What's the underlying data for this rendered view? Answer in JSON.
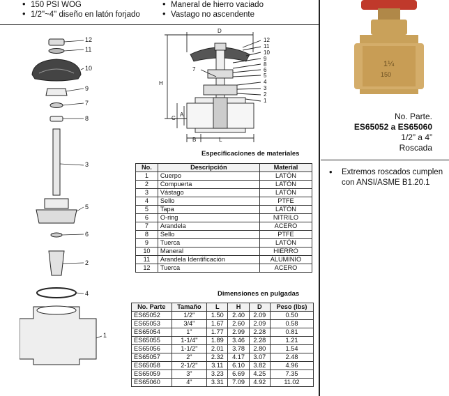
{
  "top_bullets_left": [
    "150 PSI WOG",
    "1/2\"~4\" diseño en latón forjado"
  ],
  "top_bullets_right": [
    "Maneral de hierro vaciado",
    "Vastago no ascendente"
  ],
  "exploded_labels": [
    "12",
    "11",
    "10",
    "9",
    "7",
    "8",
    "3",
    "5",
    "6",
    "2",
    "4",
    "1"
  ],
  "section_labels": [
    "D",
    "12",
    "11",
    "10",
    "9",
    "8",
    "6",
    "5",
    "4",
    "3",
    "2",
    "1",
    "7",
    "H",
    "C",
    "A",
    "B",
    "L"
  ],
  "product_photo_marking": "1¼\n150",
  "part_info": {
    "label": "No. Parte.",
    "range": "ES65052 a ES65060",
    "size": "1/2” a 4”",
    "type": "Roscada"
  },
  "feature_bullet": "Extremos roscados cumplen con ANSI/ASME B1.20.1",
  "materials": {
    "title": "Especificaciones de materiales",
    "headers": [
      "No.",
      "Descripción",
      "Material"
    ],
    "rows": [
      [
        "1",
        "Cuerpo",
        "LATÓN"
      ],
      [
        "2",
        "Compuerta",
        "LATÓN"
      ],
      [
        "3",
        "Vástago",
        "LATÓN"
      ],
      [
        "4",
        "Sello",
        "PTFE"
      ],
      [
        "5",
        "Tapa",
        "LATÓN"
      ],
      [
        "6",
        "O-ring",
        "NITRILO"
      ],
      [
        "7",
        "Arandela",
        "ACERO"
      ],
      [
        "8",
        "Sello",
        "PTFE"
      ],
      [
        "9",
        "Tuerca",
        "LATÓN"
      ],
      [
        "10",
        "Maneral",
        "HIERRO"
      ],
      [
        "11",
        "Arandela Identificación",
        "ALUMINIO"
      ],
      [
        "12",
        "Tuerca",
        "ACERO"
      ]
    ]
  },
  "dimensions": {
    "title": "Dimensiones en pulgadas",
    "headers": [
      "No. Parte",
      "Tamaño",
      "L",
      "H",
      "D",
      "Peso (lbs)"
    ],
    "rows": [
      [
        "ES65052",
        "1/2\"",
        "1.50",
        "2.40",
        "2.09",
        "0.50"
      ],
      [
        "ES65053",
        "3/4\"",
        "1.67",
        "2.60",
        "2.09",
        "0.58"
      ],
      [
        "ES65054",
        "1\"",
        "1.77",
        "2.99",
        "2.28",
        "0.81"
      ],
      [
        "ES65055",
        "1-1/4\"",
        "1.89",
        "3.46",
        "2.28",
        "1.21"
      ],
      [
        "ES65056",
        "1-1/2\"",
        "2.01",
        "3.78",
        "2.80",
        "1.54"
      ],
      [
        "ES65057",
        "2\"",
        "2.32",
        "4.17",
        "3.07",
        "2.48"
      ],
      [
        "ES65058",
        "2-1/2\"",
        "3.11",
        "6.10",
        "3.82",
        "4.96"
      ],
      [
        "ES65059",
        "3\"",
        "3.23",
        "6.69",
        "4.25",
        "7.35"
      ],
      [
        "ES65060",
        "4\"",
        "3.31",
        "7.09",
        "4.92",
        "11.02"
      ]
    ]
  }
}
